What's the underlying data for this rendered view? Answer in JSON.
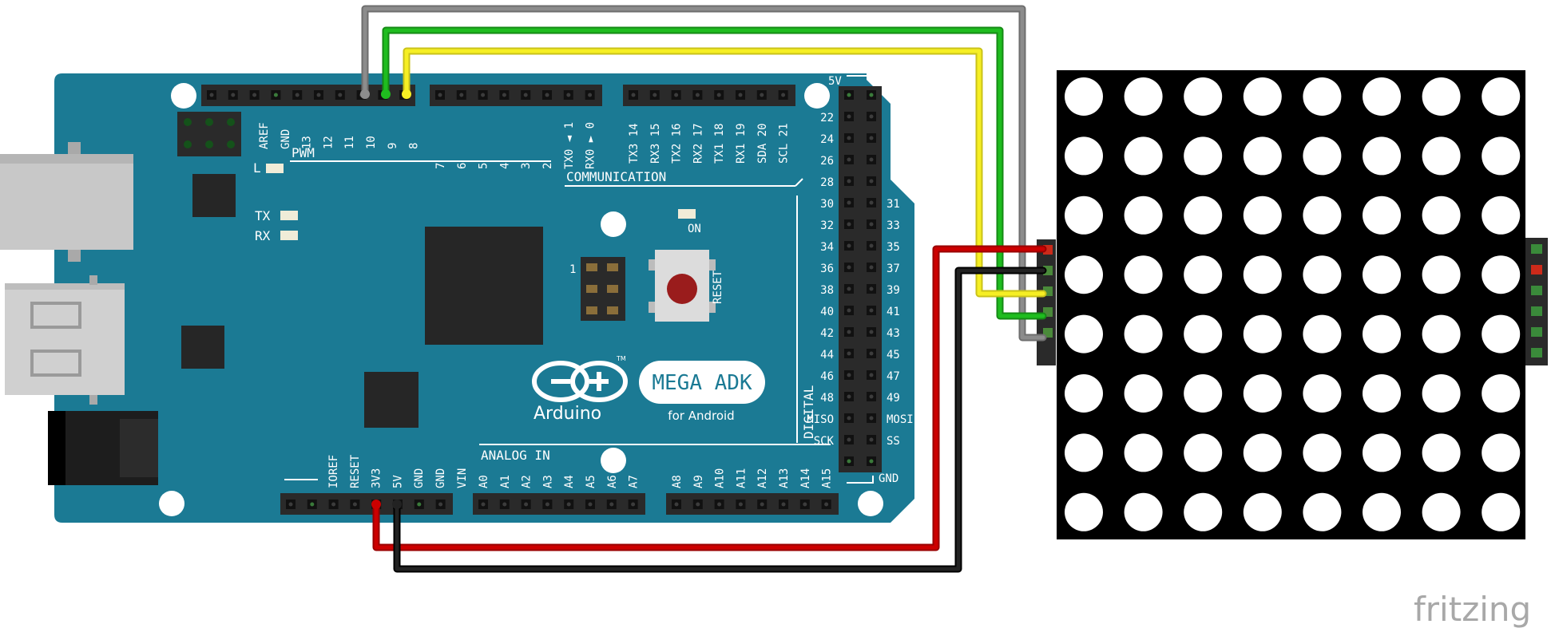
{
  "board": {
    "brand": "Arduino",
    "tm": "TM",
    "model": "MEGA ADK",
    "subtitle": "for Android",
    "colors": {
      "board": "#1b7a94",
      "header": "#2a2a2a",
      "chip": "#262626"
    }
  },
  "labels": {
    "pwm": "PWM",
    "communication": "COMMUNICATION",
    "digital": "DIGITAL",
    "analog_in": "ANALOG IN",
    "on": "ON",
    "reset": "RESET",
    "tx": "TX",
    "rx": "RX",
    "l": "L",
    "icsp_one": "1",
    "five_v_top": "5V",
    "gnd_bottom": "GND",
    "ioref_group": "IOREF"
  },
  "top_header_left": [
    "AREF",
    "GND",
    "13",
    "12",
    "11",
    "10",
    "9",
    "8"
  ],
  "top_header_mid": [
    "7",
    "6",
    "5",
    "4",
    "3",
    "2",
    "TX0 ◄ 1",
    "RX0 ► 0"
  ],
  "top_header_right": [
    "TX3 14",
    "RX3 15",
    "TX2 16",
    "RX2 17",
    "TX1 18",
    "RX1 19",
    "SDA 20",
    "SCL 21"
  ],
  "digital_left": [
    "22",
    "24",
    "26",
    "28",
    "30",
    "32",
    "34",
    "36",
    "38",
    "40",
    "42",
    "44",
    "46",
    "48",
    "MISO",
    "SCK"
  ],
  "digital_right": [
    "31",
    "33",
    "35",
    "37",
    "39",
    "41",
    "43",
    "45",
    "47",
    "49",
    "MOSI",
    "SS"
  ],
  "power_header": [
    "IOREF",
    "RESET",
    "3V3",
    "5V",
    "GND",
    "GND",
    "VIN"
  ],
  "analog_header_a": [
    "A0",
    "A1",
    "A2",
    "A3",
    "A4",
    "A5",
    "A6",
    "A7"
  ],
  "analog_header_b": [
    "A8",
    "A9",
    "A10",
    "A11",
    "A12",
    "A13",
    "A14",
    "A15"
  ],
  "matrix": {
    "rows": 8,
    "cols": 8
  },
  "wires": [
    {
      "name": "gray",
      "color": "#8c8c8c"
    },
    {
      "name": "green",
      "color": "#1fa81f"
    },
    {
      "name": "yellow",
      "color": "#f2ea1a"
    },
    {
      "name": "red",
      "color": "#cc0000"
    },
    {
      "name": "black",
      "color": "#1a1a1a"
    }
  ],
  "watermark": "fritzing"
}
